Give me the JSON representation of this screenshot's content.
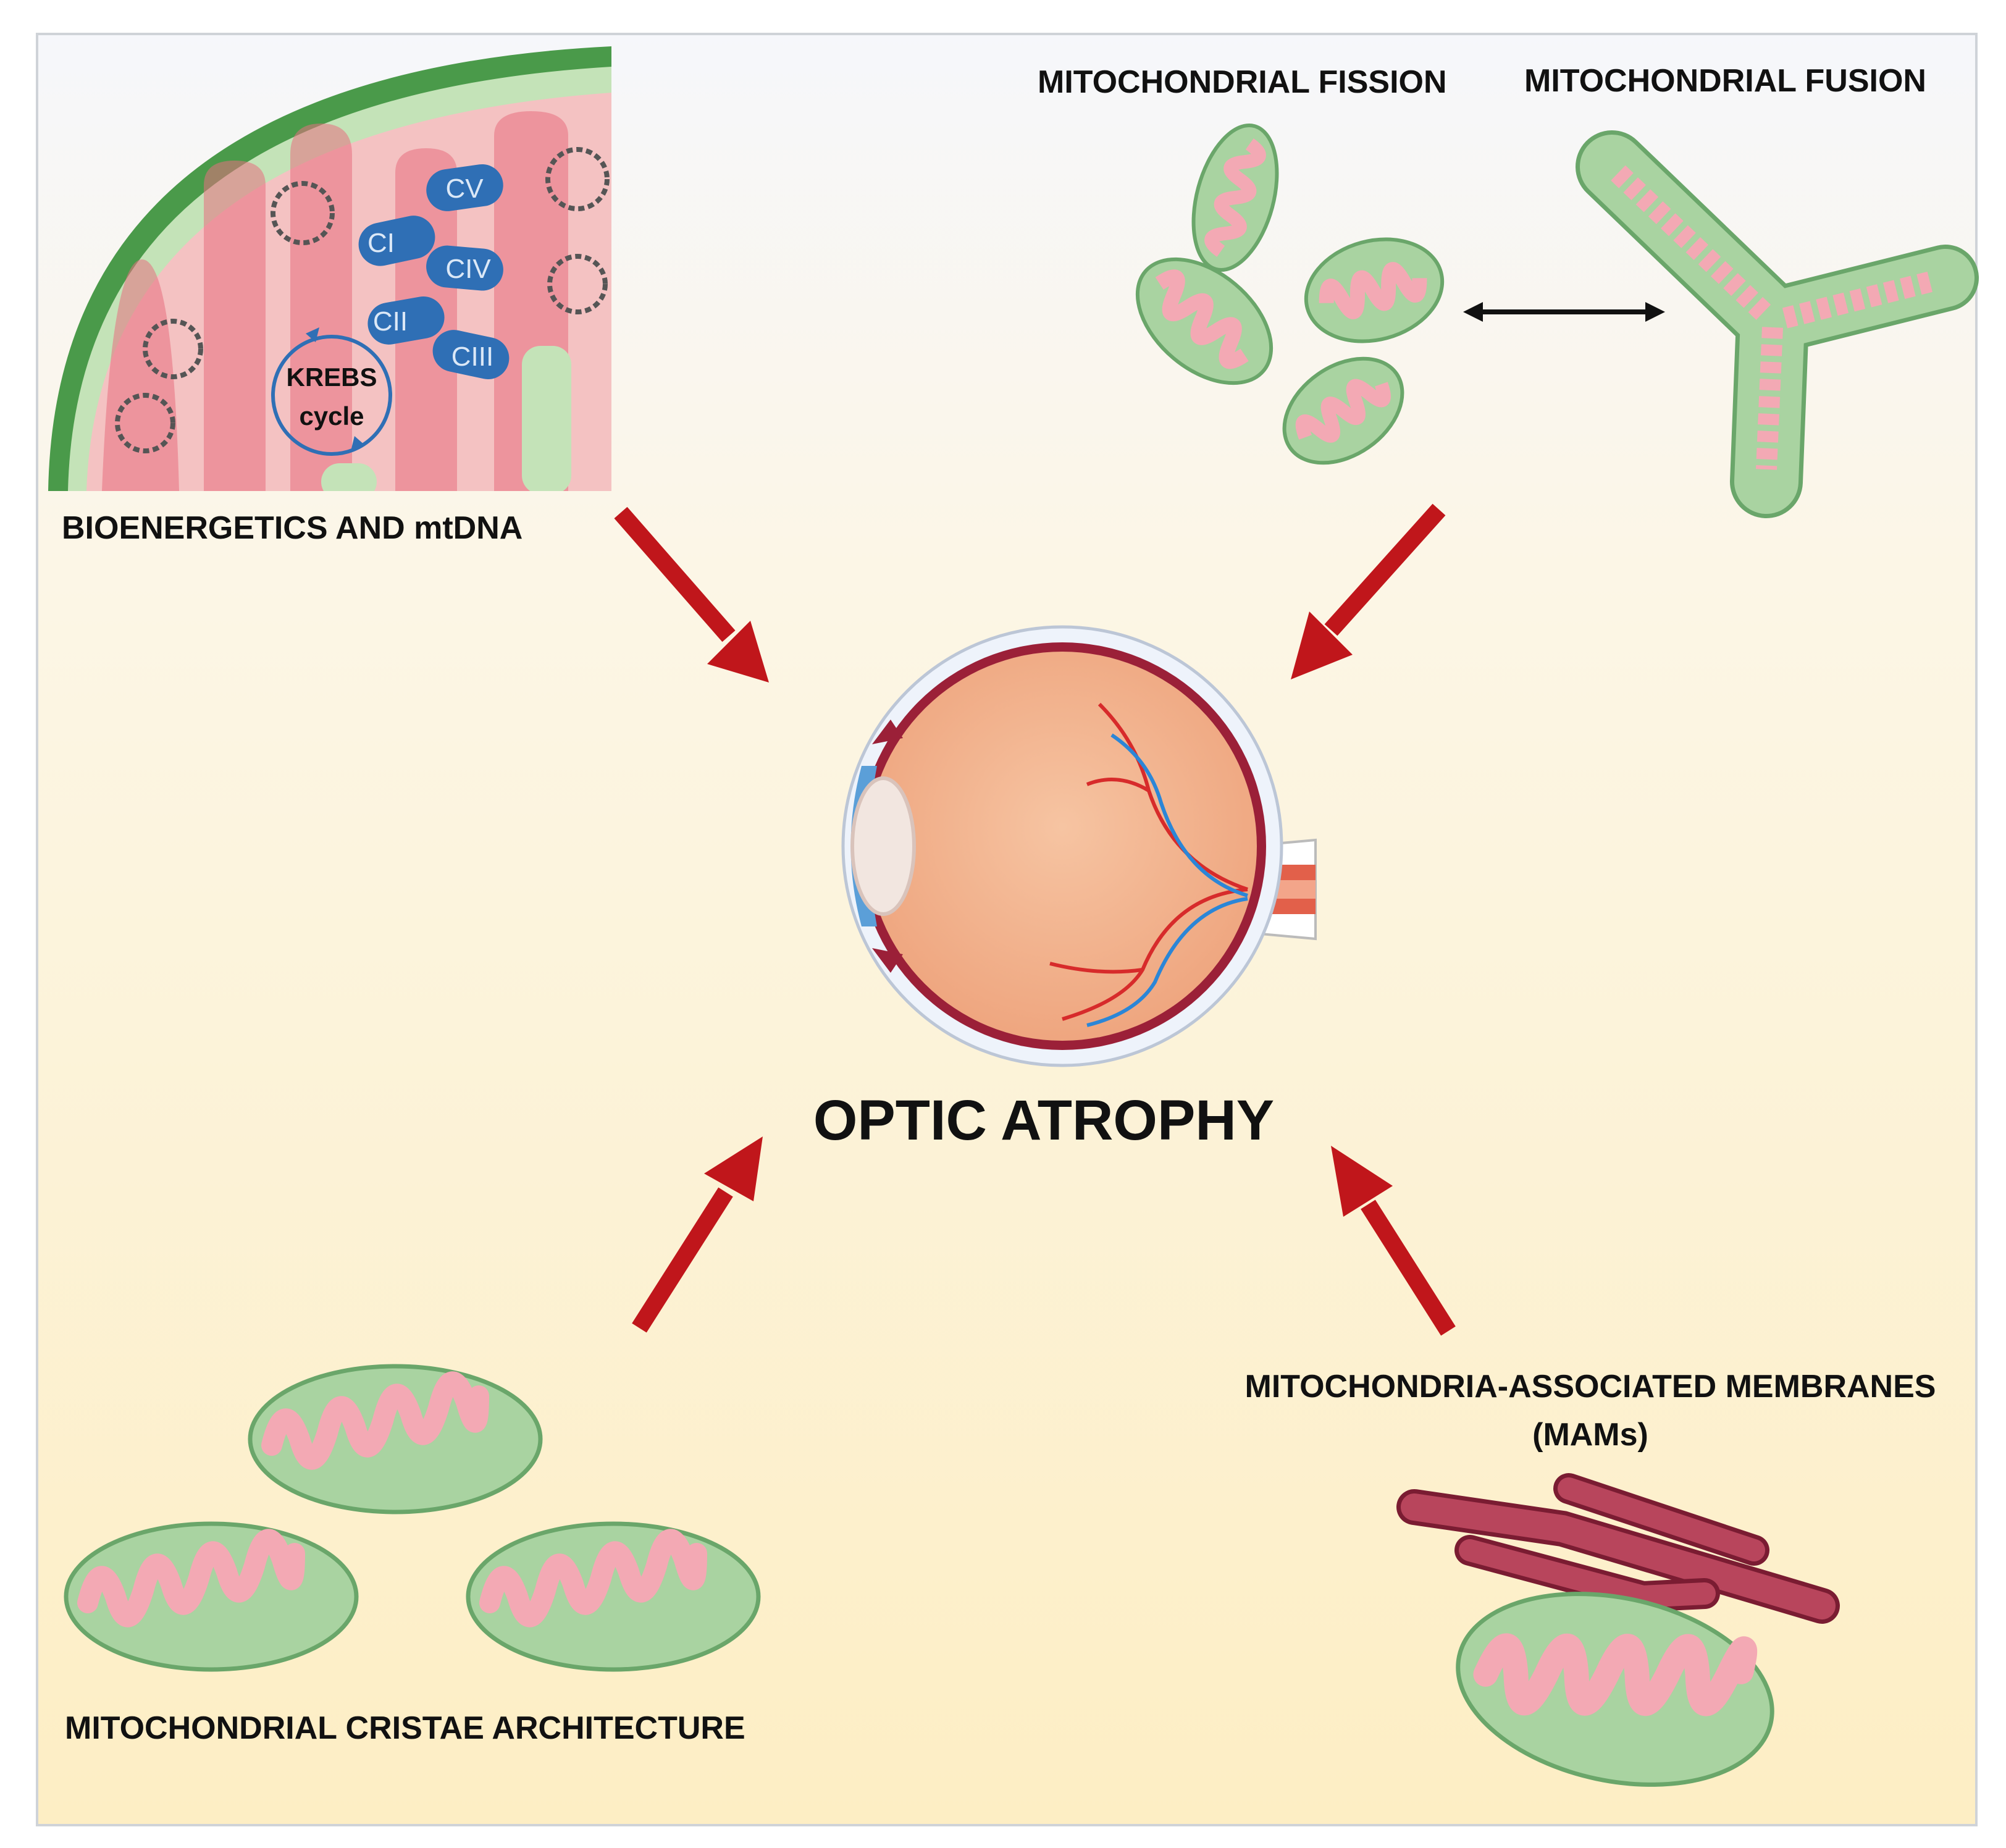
{
  "title": "OPTIC ATROPHY",
  "panels": {
    "bioenergetics": {
      "label": "BIOENERGETICS AND mtDNA",
      "complexes": [
        "CV",
        "CI",
        "CIV",
        "CII",
        "CIII"
      ],
      "krebs_line1": "KREBS",
      "krebs_line2": "cycle"
    },
    "fission_label": "MITOCHONDRIAL FISSION",
    "fusion_label": "MITOCHONDRIAL FUSION",
    "cristae_label": "MITOCHONDRIAL CRISTAE ARCHITECTURE",
    "mams_label_line1": "MITOCHONDRIA-ASSOCIATED MEMBRANES",
    "mams_label_line2": "(MAMs)"
  },
  "colors": {
    "arrow": "#c0161b",
    "mito_outer": "#a9d3a1",
    "mito_outline": "#6aa66a",
    "mito_inner": "#f3a9b4",
    "er": "#a8324a",
    "complex": "#2f6fb5",
    "background_top": "#f6f7fb",
    "background_bottom": "#fdf0c8"
  }
}
